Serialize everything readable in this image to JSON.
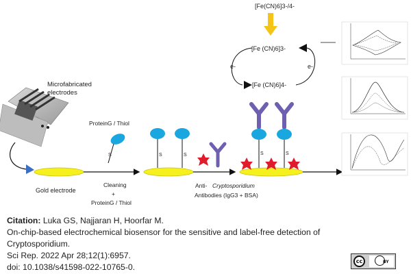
{
  "diagram": {
    "labels": {
      "microfabricated_1": "Microfabricated",
      "microfabricated_2": "electrodes",
      "gold_electrode": "Gold electrode",
      "proteing_thiol_top": "ProteinG / Thiol",
      "cleaning": "Cleaning",
      "plus": "+",
      "proteing_thiol_bottom": "ProteinG / Thiol",
      "anti_prefix": "Anti-",
      "anti_italic": "Cryptosporidium",
      "antibodies": "Antibodies (IgG3 + BSA)",
      "thiol_s": "S",
      "redox_top": "[Fe(CN)6]3-/4-",
      "redox_mid": "[Fe (CN)6]3-",
      "redox_bot": "[Fe (CN)6]4-",
      "electron": "e-"
    },
    "colors": {
      "electrode": "#f5f01e",
      "protein": "#1aa7e0",
      "antibody": "#6f5fb0",
      "antigen": "#e01c2c",
      "arrow_yellow": "#f4c518",
      "turn_arrow": "#3a6fc4"
    },
    "icons": [
      "electrode-chip-photo",
      "antibody-icon",
      "antigen-star-icon",
      "curved-arrow-icon"
    ]
  },
  "citation": {
    "label": "Citation:",
    "authors": "Luka GS, Najjaran H, Hoorfar M.",
    "title_line1": "On-chip-based electrochemical biosensor for the sensitive and label-free detection of",
    "title_line2": "Cryptosporidium.",
    "journal": "Sci Rep. 2022 Apr 28;12(1):6957.",
    "doi": "doi: 10.1038/s41598-022-10765-0."
  },
  "license": {
    "cc": "cc",
    "by": "BY"
  }
}
